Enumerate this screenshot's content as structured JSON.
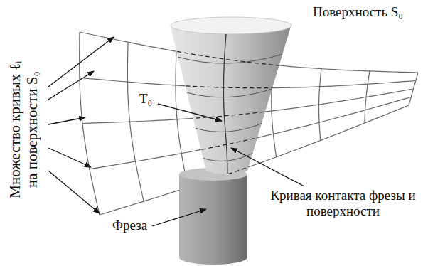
{
  "diagram": {
    "labels": [
      "Поверхность S₀",
      "Множество кривых ℓᵢ на поверхности S₀",
      "T₀",
      "Кривая контакта фрезы и поверхности",
      "Фреза"
    ]
  }
}
